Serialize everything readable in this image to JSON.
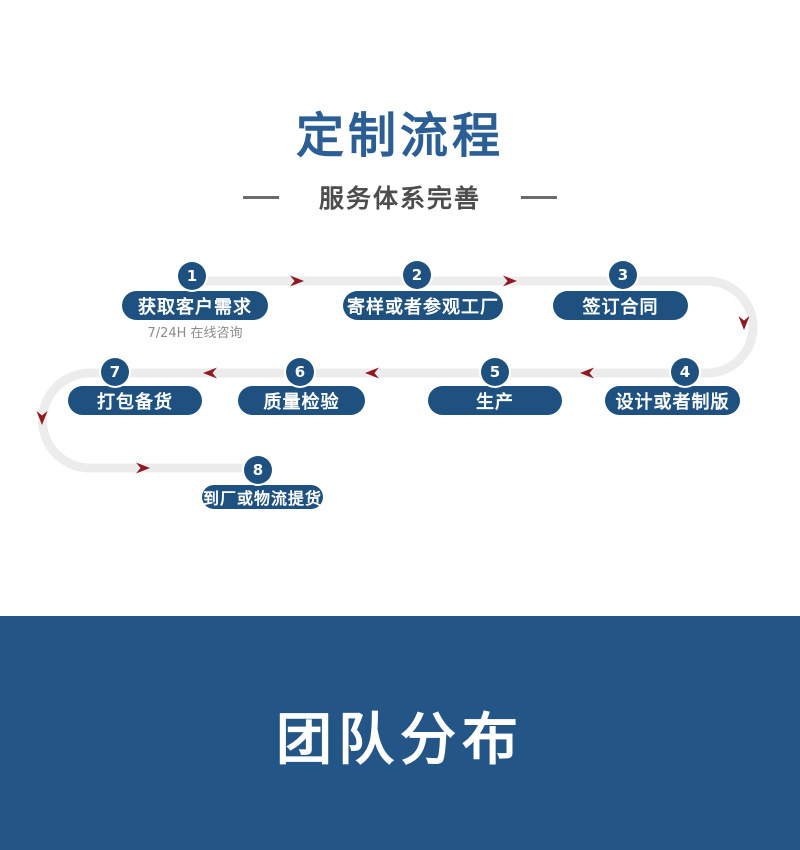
{
  "header": {
    "title": "定制流程",
    "subtitle": "服务体系完善",
    "title_color": "#2b5e94",
    "subtitle_color": "#4d4d4d"
  },
  "flow": {
    "track_color": "#ececec",
    "arrow_color": "#8e1a23",
    "pill_color": "#1e5180",
    "note_color": "#8c8c8c",
    "steps": [
      {
        "num": "1",
        "label": "获取客户需求",
        "note": "7/24H 在线咨询"
      },
      {
        "num": "2",
        "label": "寄样或者参观工厂"
      },
      {
        "num": "3",
        "label": "签订合同"
      },
      {
        "num": "4",
        "label": "设计或者制版"
      },
      {
        "num": "5",
        "label": "生产"
      },
      {
        "num": "6",
        "label": "质量检验"
      },
      {
        "num": "7",
        "label": "打包备货"
      },
      {
        "num": "8",
        "label": "到厂或物流提货"
      }
    ]
  },
  "team_section": {
    "title": "团队分布",
    "background": "#235586",
    "text_color": "#ffffff"
  }
}
